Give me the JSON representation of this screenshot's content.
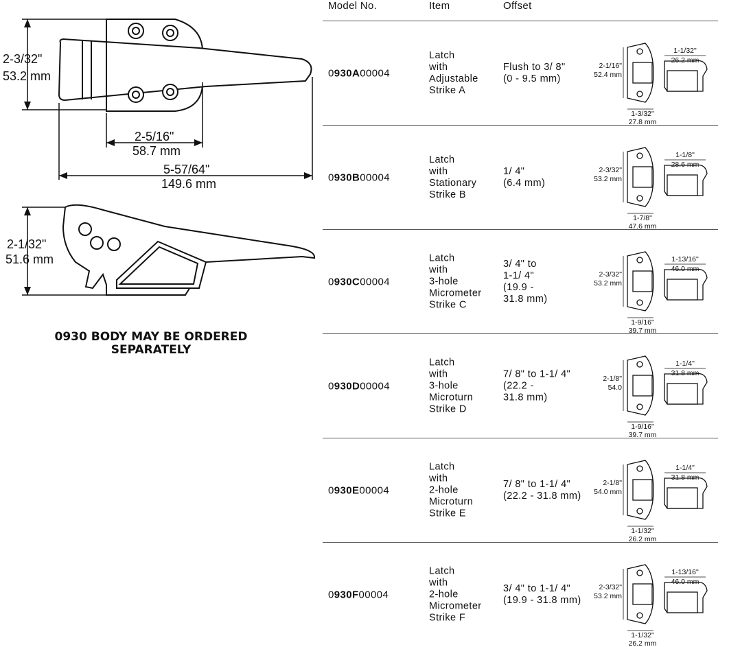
{
  "left_panel": {
    "top_height_in": "2-3/32\"",
    "top_height_mm": "53.2 mm",
    "mount_width_in": "2-5/16\"",
    "mount_width_mm": "58.7 mm",
    "overall_length_in": "5-57/64\"",
    "overall_length_mm": "149.6 mm",
    "side_height_in": "2-1/32\"",
    "side_height_mm": "51.6 mm",
    "note_line1": "0930 BODY MAY BE ORDERED",
    "note_line2": "SEPARATELY"
  },
  "table": {
    "headers": {
      "model": "Model No.",
      "item": "Item",
      "offset": "Offset"
    },
    "rows": [
      {
        "model_prefix": "0",
        "model_bold": "930A",
        "model_suffix": "00004",
        "item": [
          "Latch",
          "with",
          "Adjustable",
          "Strike A"
        ],
        "offset": [
          "Flush to 3/ 8\"",
          "(0 - 9.5 mm)"
        ],
        "dims": [
          "2-1/16\"",
          "52.4 mm",
          "1-1/32\"",
          "26.2 mm",
          "1-3/32\"",
          "27.8 mm"
        ]
      },
      {
        "model_prefix": "0",
        "model_bold": "930B",
        "model_suffix": "00004",
        "item": [
          "Latch",
          "with",
          "Stationary",
          "Strike B"
        ],
        "offset": [
          "1/ 4\"",
          "(6.4 mm)"
        ],
        "dims": [
          "2-3/32\"",
          "53.2 mm",
          "1-1/8\"",
          "28.6 mm",
          "1-7/8\"",
          "47.6 mm"
        ]
      },
      {
        "model_prefix": "0",
        "model_bold": "930C",
        "model_suffix": "00004",
        "item": [
          "Latch",
          "with",
          "3-hole",
          "Micrometer",
          "Strike C"
        ],
        "offset": [
          "3/ 4\" to",
          "1-1/ 4\"",
          "(19.9 -",
          "31.8 mm)"
        ],
        "dims": [
          "2-3/32\"",
          "53.2 mm",
          "1-13/16\"",
          "46.0 mm",
          "1-9/16\"",
          "39.7 mm"
        ]
      },
      {
        "model_prefix": "0",
        "model_bold": "930D",
        "model_suffix": "00004",
        "item": [
          "Latch",
          "with",
          "3-hole",
          "Microturn",
          "Strike D"
        ],
        "offset": [
          "7/ 8\" to 1-1/ 4\"",
          "(22.2 -",
          "31.8 mm)"
        ],
        "dims": [
          "2-1/8\"",
          "54.0",
          "1-1/4\"",
          "31.8 mm",
          "1-9/16\"",
          "39.7 mm"
        ]
      },
      {
        "model_prefix": "0",
        "model_bold": "930E",
        "model_suffix": "00004",
        "item": [
          "Latch",
          "with",
          "2-hole",
          "Microturn",
          "Strike E"
        ],
        "offset": [
          "7/ 8\" to 1-1/ 4\"",
          "(22.2 - 31.8 mm)"
        ],
        "dims": [
          "2-1/8\"",
          "54.0 mm",
          "1-1/4\"",
          "31.8 mm",
          "1-1/32\"",
          "26.2 mm"
        ]
      },
      {
        "model_prefix": "0",
        "model_bold": "930F",
        "model_suffix": "00004",
        "item": [
          "Latch",
          "with",
          "2-hole",
          "Micrometer",
          "Strike F"
        ],
        "offset": [
          "3/ 4\" to 1-1/ 4\"",
          "(19.9 - 31.8 mm)"
        ],
        "dims": [
          "2-3/32\"",
          "53.2 mm",
          "1-13/16\"",
          "46.0 mm",
          "1-1/32\"",
          "26.2 mm"
        ]
      }
    ]
  }
}
